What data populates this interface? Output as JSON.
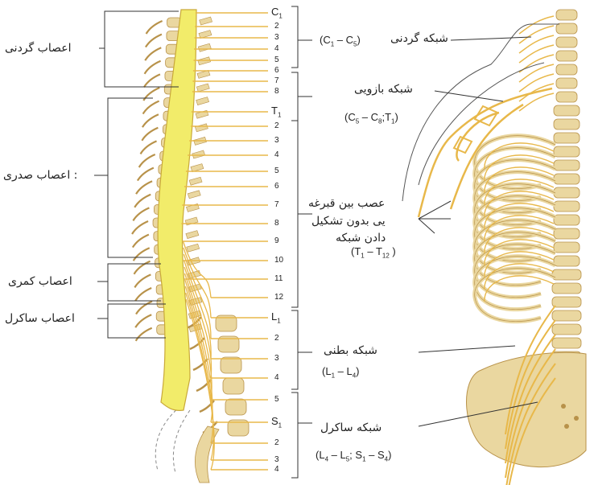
{
  "left_groups": {
    "cervical": "اعصاب گردنی",
    "thoracic": ": اعصاب صدری",
    "lumbar": "اعصاب کمری",
    "sacral": "اعصاب ساکرل"
  },
  "level_labels": {
    "c1": "C",
    "c1_sub": "1",
    "c_nums": [
      "2",
      "3",
      "4",
      "5",
      "6",
      "7",
      "8"
    ],
    "t1": "T",
    "t1_sub": "1",
    "t_nums": [
      "2",
      "3",
      "4",
      "5",
      "6",
      "7",
      "8",
      "9",
      "10",
      "11",
      "12"
    ],
    "l1": "L",
    "l1_sub": "1",
    "l_nums": [
      "2",
      "3",
      "4",
      "5"
    ],
    "s1": "S",
    "s1_sub": "1",
    "s_nums": [
      "2",
      "3",
      "4"
    ]
  },
  "ranges": {
    "cervical": {
      "a": "(C",
      "a_sub": "1",
      "dash": " – C",
      "b_sub": "5",
      "end": ")"
    },
    "brachial": {
      "a": "(C",
      "a_sub": "5",
      "dash": " – C",
      "b_sub": "8",
      "mid": ";T",
      "c_sub": "1",
      "end": ")"
    },
    "intercostal": {
      "a": "(T",
      "a_sub": "1",
      "dash": " – T",
      "b_sub": "12",
      "end": " )"
    },
    "lumbar": {
      "a": "(L",
      "a_sub": "1",
      "dash": " – L",
      "b_sub": "4",
      "end": ")"
    },
    "sacral": {
      "a": "(L",
      "a_sub": "4",
      "dash": " – L",
      "b_sub": "5",
      "mid": "; S",
      "c_sub": "1",
      "dash2": " – S",
      "d_sub": "4",
      "end": ")"
    }
  },
  "plexus_labels": {
    "cervical": "شبکه گردنی",
    "brachial": "شبکه بازویی",
    "intercostal_1": "عصب بین قبرغه",
    "intercostal_2": "یی بدون تشکیل",
    "intercostal_3": "دادن شبکه",
    "lumbar": "شبکه بطنی",
    "sacral": "شبکه ساکرل"
  },
  "colors": {
    "cord": "#f2ec6a",
    "nerve": "#e8b84a",
    "bone": "#ead7a0",
    "bone_dark": "#b8924a",
    "line": "#333333"
  }
}
